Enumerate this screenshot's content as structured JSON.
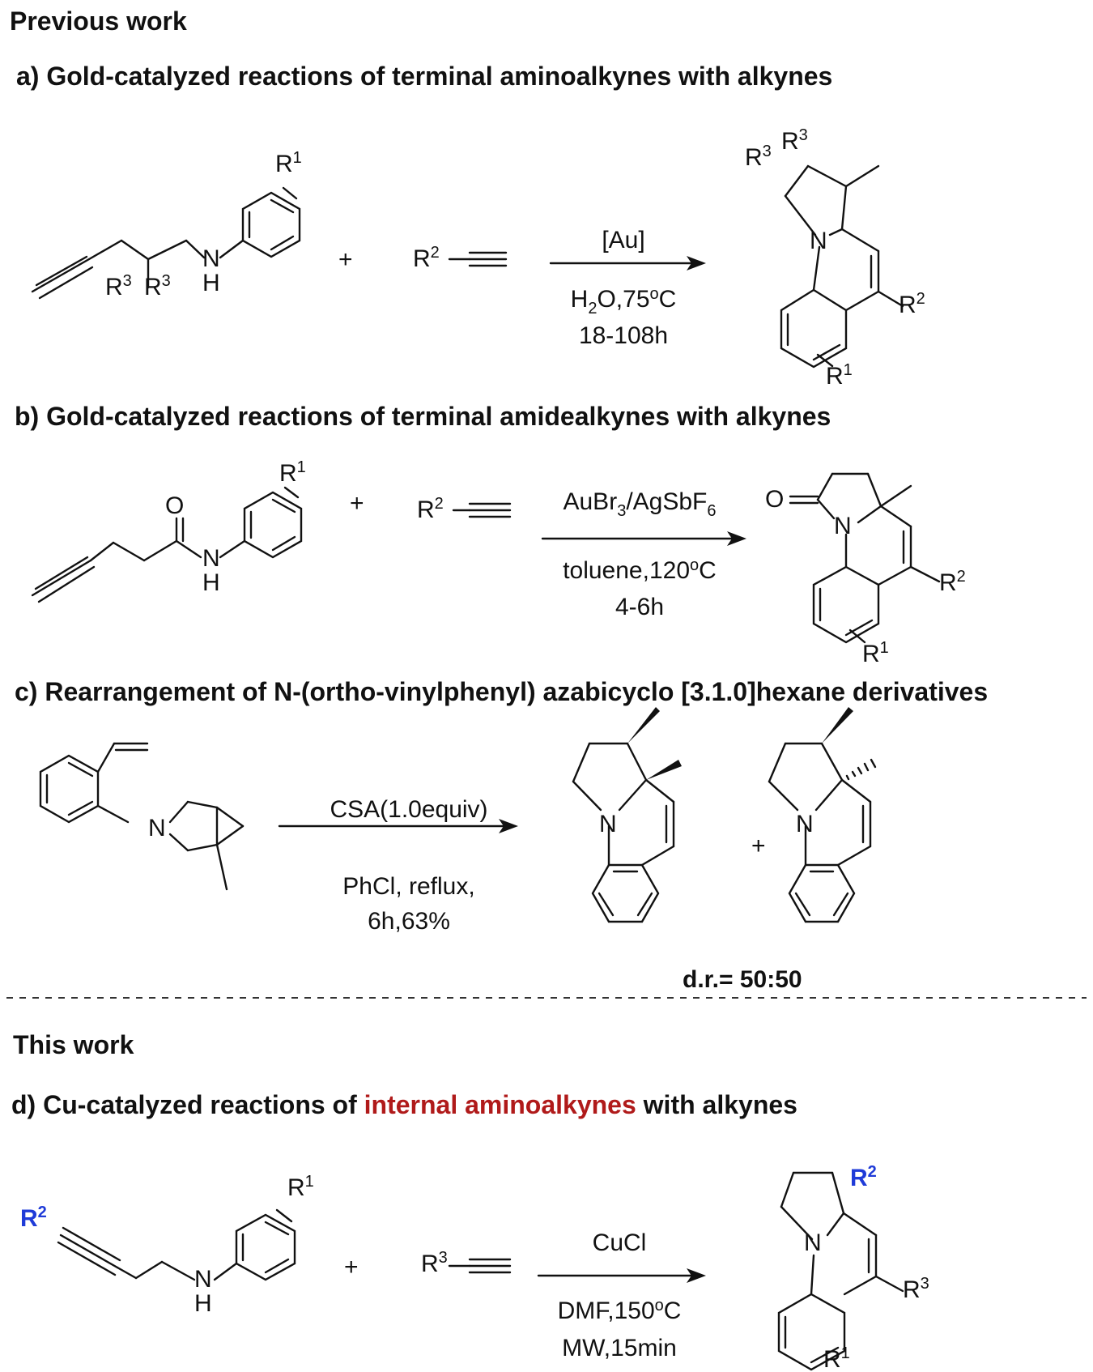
{
  "previous_heading": "Previous work",
  "this_heading": "This work",
  "sections": {
    "a": {
      "title": "a) Gold-catalyzed reactions of terminal aminoalkynes with alkynes",
      "reagent_top": "[Au]",
      "cond_1": "H2O,75°C",
      "cond_2": "18-108h"
    },
    "b": {
      "title": "b) Gold-catalyzed reactions of terminal amidealkynes with alkynes",
      "reagent_top": "AuBr3/AgSbF6",
      "cond_1": "toluene,120°C",
      "cond_2": "4-6h"
    },
    "c": {
      "title": "c) Rearrangement of N-(ortho-vinylphenyl) azabicyclo [3.1.0]hexane derivatives",
      "reagent_top": "CSA(1.0equiv)",
      "cond_1": "PhCl, reflux,",
      "cond_2": "6h,63%",
      "dr": "d.r.= 50:50"
    },
    "d": {
      "title_pre": "d) Cu-catalyzed reactions of ",
      "title_highlight": "internal aminoalkynes",
      "title_post": " with alkynes",
      "reagent_top": "CuCl",
      "cond_1": "DMF,150°C",
      "cond_2": "MW,15min"
    }
  },
  "atoms": {
    "N": "N",
    "H": "H",
    "O": "O",
    "R": "R",
    "plus": "+"
  },
  "colors": {
    "highlight_red": "#b01a1a",
    "r2_blue": "#1f3bd8"
  }
}
